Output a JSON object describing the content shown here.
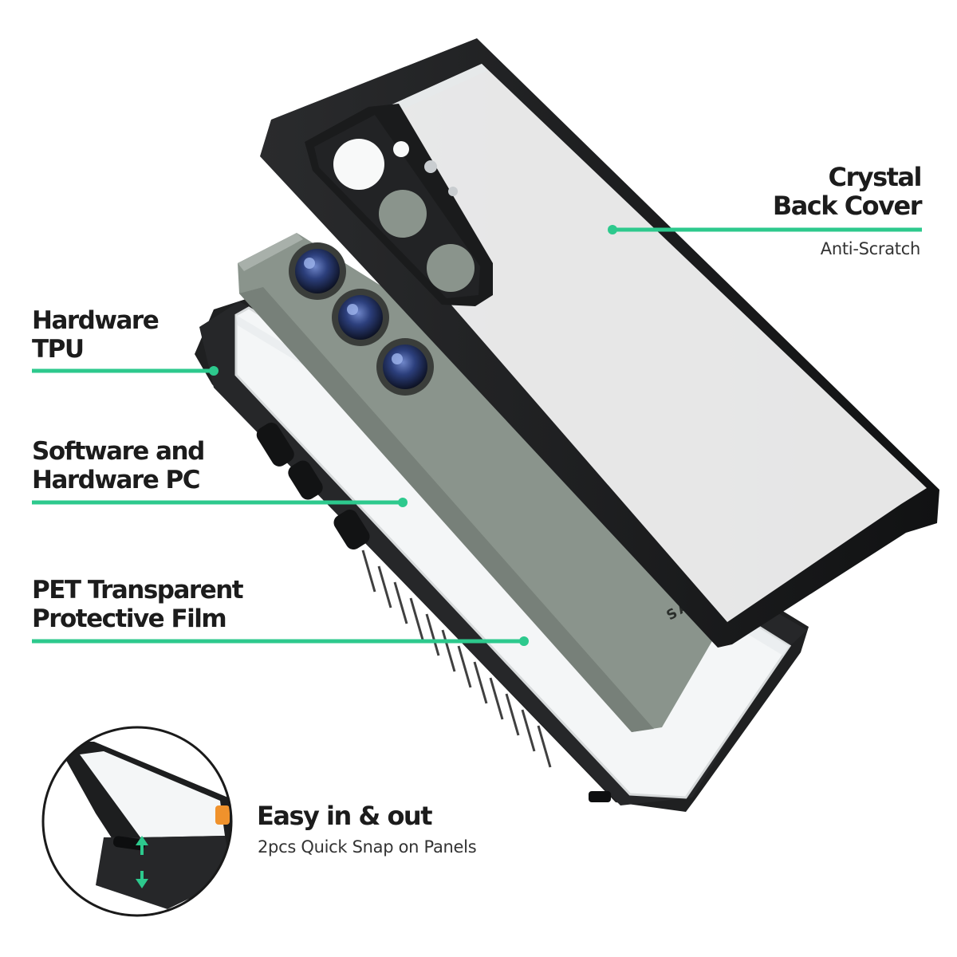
{
  "colors": {
    "accent": "#2dc98d",
    "frame": "#1f2021",
    "phone_body": "#8a948c",
    "lens": "#2a3a6a",
    "text": "#1c1c1c",
    "tab_orange": "#f0922c"
  },
  "callouts": {
    "crystal": {
      "title_line1": "Crystal",
      "title_line2": "Back Cover",
      "subtitle": "Anti-Scratch"
    },
    "tpu": {
      "title_line1": "Hardware",
      "title_line2": "TPU"
    },
    "pc": {
      "title_line1": "Software and",
      "title_line2": "Hardware PC"
    },
    "pet": {
      "title_line1": "PET Transparent",
      "title_line2": "Protective Film"
    },
    "easy": {
      "title": "Easy in & out",
      "subtitle": "2pcs Quick Snap on Panels"
    }
  },
  "phone": {
    "brand_text": "SAMSUNG"
  }
}
